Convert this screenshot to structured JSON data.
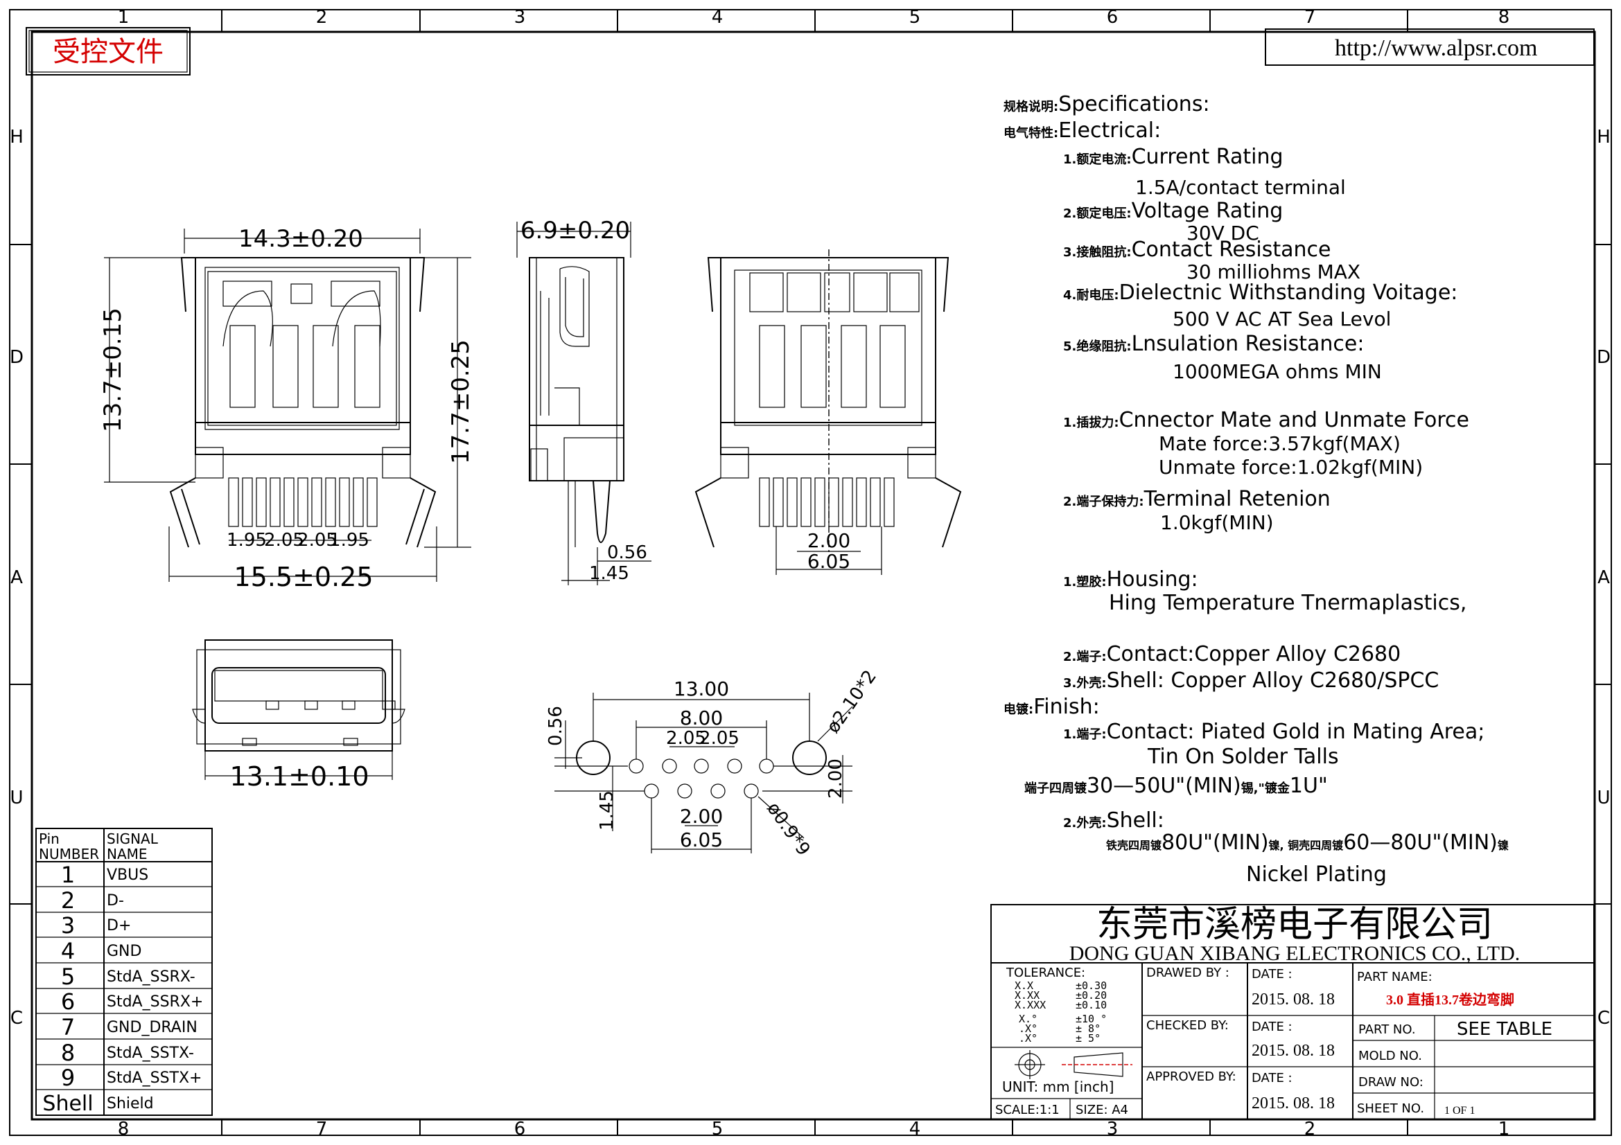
{
  "frame": {
    "columns": [
      "1",
      "2",
      "3",
      "4",
      "5",
      "6",
      "7",
      "8"
    ],
    "columns_bottom": [
      "8",
      "7",
      "6",
      "5",
      "4",
      "3",
      "2",
      "1"
    ],
    "rows_left": [
      "H",
      "D",
      "A",
      "U",
      "C"
    ],
    "rows_right": [
      "H",
      "D",
      "A",
      "U",
      "C"
    ]
  },
  "header": {
    "controlled_doc": "受控文件",
    "url": "http://www.alpsr.com"
  },
  "specs": {
    "title_cn": "规格说明:",
    "title": "Specifications:",
    "electrical_cn": "电气特性:",
    "electrical": "Electrical:",
    "current_cn": "1.额定电流:",
    "current": "Current  Rating",
    "current_val": "1.5A/contact  terminal",
    "voltage_cn": "2.额定电压:",
    "voltage": "Voltage  Rating",
    "voltage_val": "30V  DC",
    "contact_cn": "3.接触阻抗:",
    "contact": "Contact  Resistance",
    "contact_val": "30  milliohms  MAX",
    "dielectric_cn": "4.耐电压:",
    "dielectric": "Dielectnic  Withstanding  Voitage:",
    "dielectric_val": "500  V  AC  AT  Sea  Levol",
    "insulation_cn": "5.绝缘阻抗:",
    "insulation": "Lnsulation  Resistance:",
    "insulation_val": "1000MEGA  ohms  MIN",
    "mate_cn": "1.插拔力:",
    "mate": "Cnnector  Mate  and  Unmate  Force",
    "mate_val": "Mate  force:3.57kgf(MAX)",
    "unmate_val": "Unmate  force:1.02kgf(MIN)",
    "retention_cn": "2.端子保持力:",
    "retention": "Terminal  Retenion",
    "retention_val": "1.0kgf(MIN)",
    "housing_cn": "1.塑胶:",
    "housing": "Housing:",
    "housing_val": "Hing  Temperature   Tnermaplastics,",
    "contact_mat_cn": "2.端子:",
    "contact_mat": "Contact:Copper  Alloy  C2680",
    "shell_mat_cn": "3.外壳:",
    "shell_mat": "Shell:  Copper  Alloy  C2680/SPCC",
    "finish_cn": "电镀:",
    "finish": "Finish:",
    "finish_contact_cn": "1.端子:",
    "finish_contact": "Contact:  Piated  Gold  in  Mating  Area;",
    "finish_contact2": "Tin  On  Solder  Talls",
    "finish_plating_cn": "端子四周镀",
    "finish_plating": "30—50U\"(MIN)",
    "finish_plating_cn2": "锡,\"镀金",
    "finish_plating_end": "1U\"",
    "finish_shell_cn": "2.外壳:",
    "finish_shell": "Shell:",
    "shell_plating_cn1": "铁壳四周镀",
    "shell_plating_1": "80U\"(MIN)",
    "shell_plating_cn2": "镍, 铜壳四周镀",
    "shell_plating_2": "60—80U\"(MIN)",
    "shell_plating_cn3": "镍",
    "nickel": "Nickel  Plating"
  },
  "dimensions": {
    "front_width": "14.3±0.20",
    "front_height": "13.7±0.15",
    "overall_height": "17.7±0.25",
    "bottom_width": "15.5±0.25",
    "pitch_a": "1.95",
    "pitch_b": "2.05",
    "pitch_c": "2.05",
    "pitch_d": "1.95",
    "side_depth": "6.9±0.20",
    "side_pin_thk": "0.56",
    "side_pin_offset": "1.45",
    "rear_pitch": "2.00",
    "rear_span": "6.05",
    "plan_width": "13.1±0.10",
    "fp_span": "13.00",
    "fp_row": "8.00",
    "fp_pitch_a": "2.05",
    "fp_pitch_b": "2.05",
    "fp_peg": "ø2.10*2",
    "fp_hole": "ø0.9*9",
    "fp_row_gap": "2.00",
    "fp_offset_a": "0.56",
    "fp_offset_b": "1.45",
    "fp_pitch_c": "2.00",
    "fp_span_b": "6.05"
  },
  "pin_table": {
    "header_pin": "Pin NUMBER",
    "header_pin_1": "Pin",
    "header_pin_2": "NUMBER",
    "header_signal_1": "SIGNAL",
    "header_signal_2": "NAME",
    "rows": [
      {
        "pin": "1",
        "signal": "VBUS"
      },
      {
        "pin": "2",
        "signal": "D-"
      },
      {
        "pin": "3",
        "signal": "D+"
      },
      {
        "pin": "4",
        "signal": "GND"
      },
      {
        "pin": "5",
        "signal": "StdA_SSRX-"
      },
      {
        "pin": "6",
        "signal": "StdA_SSRX+"
      },
      {
        "pin": "7",
        "signal": "GND_DRAIN"
      },
      {
        "pin": "8",
        "signal": "StdA_SSTX-"
      },
      {
        "pin": "9",
        "signal": "StdA_SSTX+"
      },
      {
        "pin": "Shell",
        "signal": "Shield"
      }
    ]
  },
  "title_block": {
    "company_cn": "东莞市溪榜电子有限公司",
    "company_en": "DONG  GUAN  XIBANG  ELECTRONICS  CO.,  LTD.",
    "tolerance_label": "TOLERANCE:",
    "tol_keys": [
      "X.X",
      "X.XX",
      "X.XXX",
      "X.°",
      ".X°",
      ".X°"
    ],
    "tol_vals": [
      "±0.30",
      "±0.20",
      "±0.10",
      "±10 °",
      "± 8°",
      "± 5°"
    ],
    "unit": "UNIT:  mm  [inch]",
    "scale": "SCALE:1:1",
    "size": "SIZE:  A4",
    "drawn_by": "DRAWED  BY :",
    "checked_by": "CHECKED  BY:",
    "approved_by": "APPROVED  BY:",
    "date_label": "DATE  :",
    "date_1": "2015. 08. 18",
    "date_2": "2015. 08. 18",
    "date_3": "2015. 08. 18",
    "part_name_label": "PART  NAME:",
    "part_name": "3.0 直插13.7卷边弯脚",
    "part_no_label": "PART  NO.",
    "part_no": "SEE  TABLE",
    "mold_no_label": "MOLD  NO.",
    "draw_no_label": "DRAW  NO:",
    "sheet_no_label": "SHEET  NO.",
    "sheet_no": "1  OF  1"
  }
}
